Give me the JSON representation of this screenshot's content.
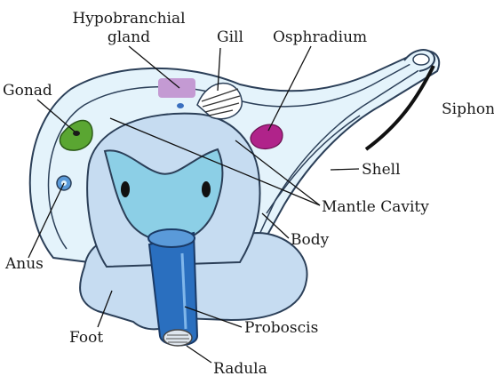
{
  "labels": {
    "hypobranchial_line1": "Hypobranchial",
    "hypobranchial_line2": "gland",
    "gill": "Gill",
    "osphradium": "Osphradium",
    "gonad": "Gonad",
    "siphon": "Siphon",
    "shell": "Shell",
    "mantle_cavity": "Mantle Cavity",
    "body": "Body",
    "anus": "Anus",
    "foot": "Foot",
    "proboscis": "Proboscis",
    "radula": "Radula"
  },
  "colors": {
    "shell_fill": "#e4f3fb",
    "body_fill": "#c6dcf1",
    "head_fill": "#8ccfe6",
    "proboscis_fill": "#2a6fbf",
    "gonad_fill": "#5aa632",
    "osphradium_fill": "#b0238a",
    "hypobranchial_fill": "#c49ad3",
    "outline": "#2b3f58"
  }
}
